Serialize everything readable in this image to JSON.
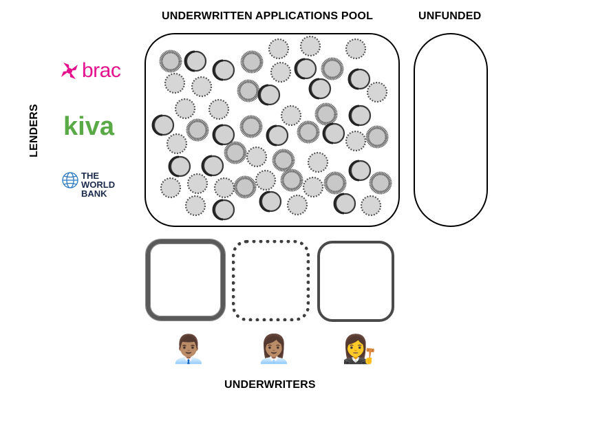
{
  "titles": {
    "pool": "UNDERWRITTEN APPLICATIONS POOL",
    "unfunded": "UNFUNDED",
    "underwriters": "UNDERWRITERS",
    "lenders": "LENDERS"
  },
  "lenders": [
    {
      "name": "brac",
      "color": "#e5128e"
    },
    {
      "name": "kiva",
      "color": "#5aa947"
    },
    {
      "name": "THE\nWORLD\nBANK",
      "color": "#1b2a4a"
    }
  ],
  "underwriters": [
    {
      "emoji": "👨🏽‍💼",
      "box_style": "fuzzy"
    },
    {
      "emoji": "👩🏽‍💼",
      "box_style": "dotted"
    },
    {
      "emoji": "👩‍⚖️",
      "box_style": "solid"
    }
  ],
  "applications": {
    "styles": {
      "fuzzy": {
        "fill": "#c8c8c8",
        "stroke": "#505050"
      },
      "dotted": {
        "fill": "#d6d6d6",
        "stroke": "#555555"
      },
      "solid": {
        "fill": "#d2d2d2",
        "stroke": "#3a3a3a"
      }
    }
  }
}
